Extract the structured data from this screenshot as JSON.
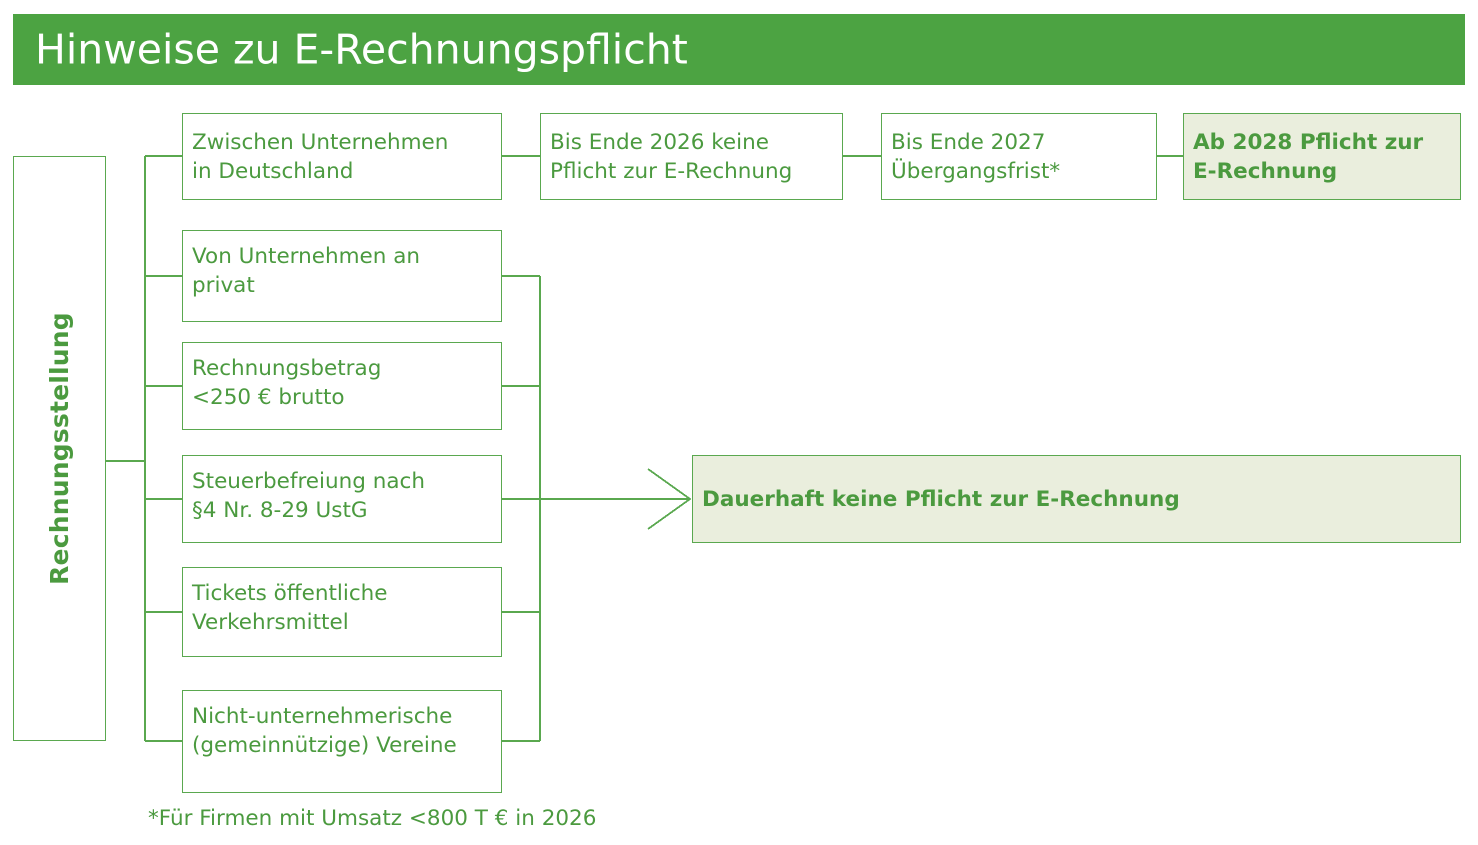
{
  "header": {
    "title": "Hinweise zu E-Rechnungspflicht",
    "bar_color": "#4ca342",
    "text_color": "#ffffff"
  },
  "theme": {
    "accent": "#4ca342",
    "line": "#5aa84f",
    "text": "#4b9a3f",
    "highlight_fill": "#eaeedd",
    "box_fill": "#ffffff"
  },
  "root": {
    "label": "Rechnungsstellung"
  },
  "categories": [
    {
      "id": "b2b-deutschland",
      "label": "Zwischen Unternehmen\nin Deutschland"
    },
    {
      "id": "unternehmen-privat",
      "label": "Von Unternehmen an\nprivat"
    },
    {
      "id": "rechnungsbetrag",
      "label": "Rechnungsbetrag\n<250 € brutto"
    },
    {
      "id": "steuerbefreiung",
      "label": "Steuerbefreiung nach\n§4 Nr. 8-29 UstG"
    },
    {
      "id": "tickets-oepnv",
      "label": "Tickets öffentliche\nVerkehrsmittel"
    },
    {
      "id": "vereine",
      "label": "Nicht-unternehmerische\n(gemeinnützige) Vereine"
    }
  ],
  "timeline": [
    {
      "id": "bis-2026",
      "label": "Bis Ende 2026 keine\nPflicht zur E-Rechnung",
      "highlighted": false
    },
    {
      "id": "bis-2027",
      "label": "Bis Ende 2027\nÜbergangsfrist*",
      "highlighted": false
    },
    {
      "id": "ab-2028",
      "label": "Ab 2028 Pflicht zur\nE-Rechnung",
      "highlighted": true
    }
  ],
  "outcome": {
    "id": "dauerhaft-keine-pflicht",
    "label": "Dauerhaft keine Pflicht zur E-Rechnung",
    "highlighted": true
  },
  "footnote": {
    "text": "*Für Firmen mit Umsatz <800 T € in 2026"
  }
}
